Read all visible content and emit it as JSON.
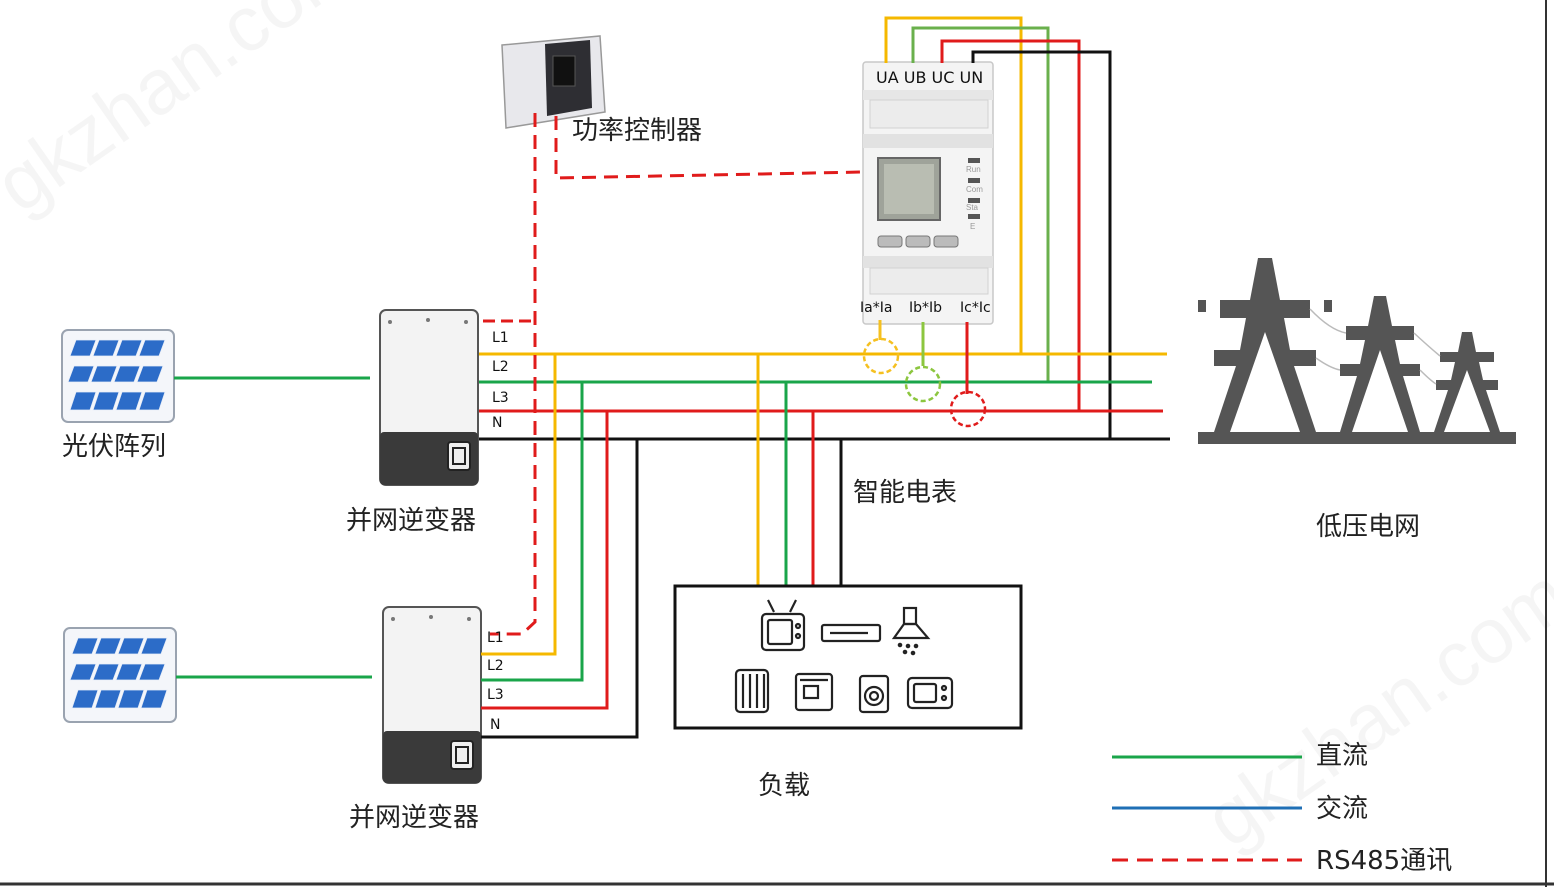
{
  "labels": {
    "pv_array": "光伏阵列",
    "inverter_top": "并网逆变器",
    "inverter_bottom": "并网逆变器",
    "power_controller": "功率控制器",
    "smart_meter": "智能电表",
    "load": "负载",
    "grid": "低压电网"
  },
  "meter": {
    "voltage_terminals": "UA UB UC UN",
    "current_terminals": [
      "Ia*Ia",
      "Ib*Ib",
      "Ic*Ic"
    ],
    "status_leds": [
      "Run",
      "Com",
      "Sta",
      "E"
    ]
  },
  "inverter_terminals": [
    "L1",
    "L2",
    "L3",
    "N"
  ],
  "legend": [
    {
      "label": "直流",
      "color": "#1aa54a",
      "style": "solid"
    },
    {
      "label": "交流",
      "color": "#1f6fb5",
      "style": "solid"
    },
    {
      "label": "RS485通讯",
      "color": "#e02020",
      "style": "dashed"
    }
  ],
  "wire_colors": {
    "L1": "#f5b800",
    "L2": "#1aa54a",
    "L3": "#e01b1b",
    "N": "#111111",
    "rs485": "#e01b1b",
    "dc": "#1aa54a",
    "ct_L1": "#f5c020",
    "ct_L2": "#8cc63f",
    "ct_L3": "#e01b1b"
  },
  "load_icons": [
    "tv-icon",
    "dvd-player-icon",
    "range-hood-icon",
    "heater-icon",
    "coffee-machine-icon",
    "washing-machine-icon",
    "microwave-icon"
  ],
  "watermark": "gkzhan.com"
}
